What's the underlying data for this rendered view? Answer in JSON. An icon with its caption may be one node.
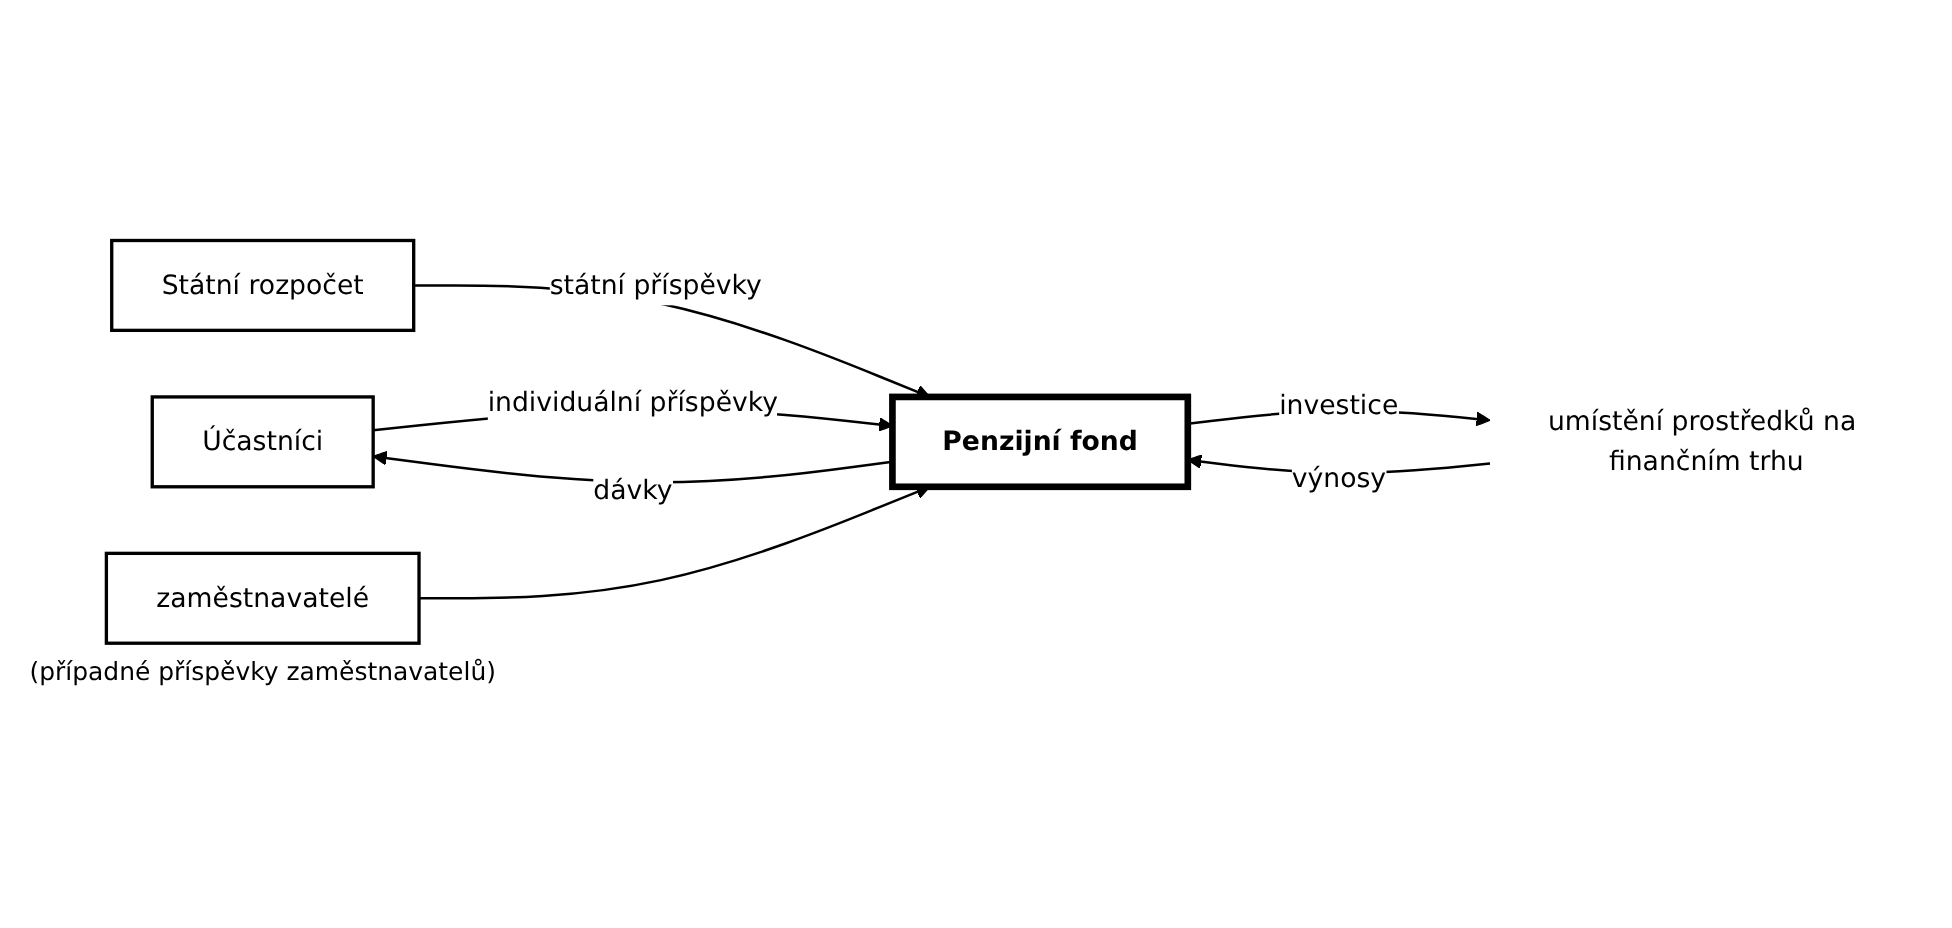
{
  "diagram": {
    "nodes": [
      {
        "text": [
          "Účastníci"
        ]
      },
      {
        "text": [
          "Penzijní fond"
        ]
      },
      {
        "text": [
          "Státní rozpočet"
        ]
      },
      {
        "text": [
          "umístění prostředků na finančním trhu"
        ]
      },
      {
        "text": [
          "zaměstnavatelé"
        ],
        "beside": [
          "(případné příspěvky zaměstnavatelů)"
        ]
      }
    ],
    "edges": [
      {
        "from": 0,
        "to": 1,
        "arrow": "to",
        "label": "individuální příspěvky"
      },
      {
        "from": 1,
        "to": 0,
        "arrow": "to",
        "label": "dávky"
      },
      {
        "from": 2,
        "to": 1,
        "arrow": "to",
        "label": "státní příspěvky"
      },
      {
        "from": 1,
        "to": 3,
        "arrow": "to",
        "label": "investice"
      },
      {
        "from": 3,
        "to": 1,
        "arrow": "to",
        "label": "výnosy"
      },
      {
        "from": 4,
        "to": 1,
        "arrow": "to"
      }
    ]
  }
}
